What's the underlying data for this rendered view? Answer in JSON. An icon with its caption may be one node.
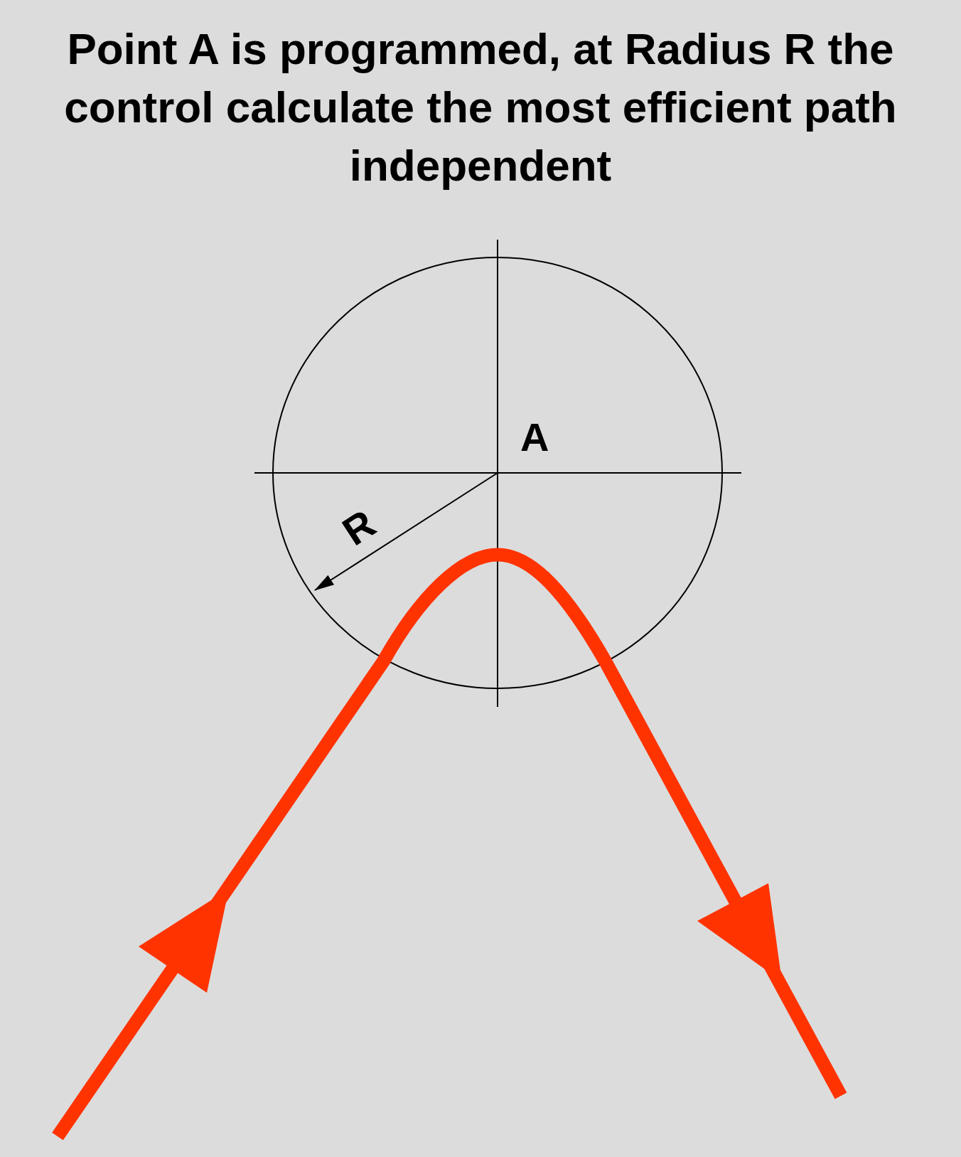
{
  "diagram": {
    "title": "Point A is programmed, at Radius R the control calculate the most efficient path independent",
    "labels": [
      "A",
      "R"
    ]
  }
}
